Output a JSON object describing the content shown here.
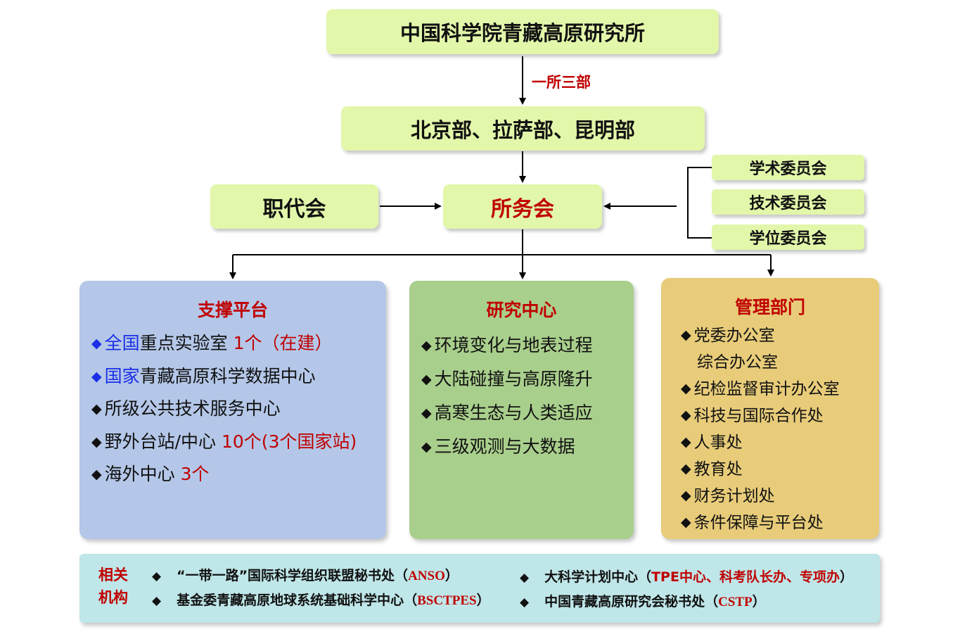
{
  "top": {
    "institute": "中国科学院青藏高原研究所",
    "arrow_label": "一所三部",
    "branches": "北京部、拉萨部、昆明部"
  },
  "middle": {
    "union": "职代会",
    "council": "所务会",
    "committees": [
      "学术委员会",
      "技术委员会",
      "学位委员会"
    ]
  },
  "panels": {
    "support": {
      "title": "支撑平台",
      "items": [
        {
          "prefix_blue": "全国",
          "text": "重点实验室 ",
          "suffix_red": "1个（在建）"
        },
        {
          "prefix_blue": "国家",
          "text": "青藏高原科学数据中心",
          "suffix_red": ""
        },
        {
          "prefix_blue": "",
          "text": "所级公共技术服务中心",
          "suffix_red": ""
        },
        {
          "prefix_blue": "",
          "text": "野外台站/中心 ",
          "suffix_red": "10个(3个国家站)"
        },
        {
          "prefix_blue": "",
          "text": "海外中心 ",
          "suffix_red": "3个"
        }
      ]
    },
    "research": {
      "title": "研究中心",
      "items": [
        "环境变化与地表过程",
        "大陆碰撞与高原隆升",
        "高寒生态与人类适应",
        "三级观测与大数据"
      ]
    },
    "management": {
      "title": "管理部门",
      "items": [
        "党委办公室",
        "综合办公室",
        "纪检监督审计办公室",
        "科技与国际合作处",
        "人事处",
        "教育处",
        "财务计划处",
        "条件保障与平台处"
      ]
    }
  },
  "related": {
    "label_line1": "相关",
    "label_line2": "机构",
    "items": [
      {
        "text": "“一带一路”国际科学组织联盟秘书处（",
        "red": "ANSO",
        "close": "）"
      },
      {
        "text": "大科学计划中心（",
        "red": "TPE中心、科考队长办、专项办",
        "close": "）"
      },
      {
        "text": "基金委青藏高原地球系统基础科学中心（",
        "red": "BSCTPES",
        "close": "）"
      },
      {
        "text": "中国青藏高原研究会秘书处（",
        "red": "CSTP",
        "close": "）"
      }
    ]
  },
  "symbols": {
    "diamond": "◆"
  },
  "colors": {
    "green_box": "#e2f7aa",
    "support_panel": "#b4c7e8",
    "research_panel": "#a9cf8c",
    "management_panel": "#e8cc7a",
    "related_band": "#bfe6e8",
    "accent_red": "#c00000",
    "accent_blue": "#1a2fe8"
  }
}
